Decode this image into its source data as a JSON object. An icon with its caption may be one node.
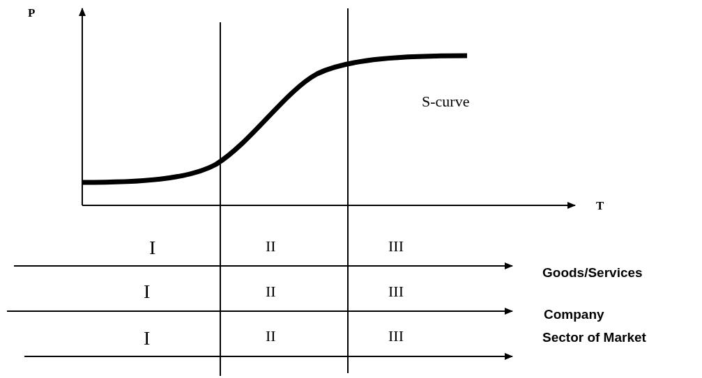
{
  "diagram": {
    "nodes": [
      {
        "text": [
          "Goods/Services"
        ]
      },
      {
        "text": [
          "Company"
        ]
      },
      {
        "text": [
          "Sector of Market"
        ]
      }
    ],
    "edges": [
      {
        "from": null,
        "to": 0,
        "arrow": "to"
      },
      {
        "from": null,
        "to": 1,
        "arrow": "to"
      },
      {
        "from": null,
        "to": 2,
        "arrow": "to"
      }
    ],
    "labels": [
      "P",
      "T",
      "S-curve",
      "I",
      "II",
      "III",
      "I",
      "II",
      "III",
      "I",
      "II",
      "III"
    ]
  }
}
